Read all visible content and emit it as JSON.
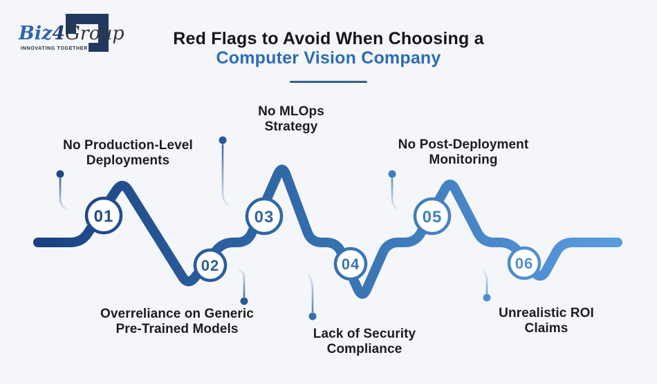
{
  "page": {
    "background_color": "#f4f6f9"
  },
  "logo": {
    "brand_prefix": "Biz",
    "brand_digit": "4",
    "brand_suffix": "Group",
    "tagline": "INNOVATING TOGETHER",
    "shape_color": "#21395f",
    "prefix_color": "#2e66ae",
    "digit_color": "#22406e",
    "suffix_color": "#33353b"
  },
  "title": {
    "line1": "Red Flags to Avoid When Choosing a",
    "line2": "Computer Vision Company",
    "line1_color": "#16161a",
    "line2_color": "#2d6cb4",
    "divider_color": "#33608f"
  },
  "diagram": {
    "wave_gradient": {
      "start": "#1a4180",
      "mid": "#3570af",
      "end": "#5b9cdf"
    },
    "items": [
      {
        "number": "01",
        "line1": "No Production-Level",
        "line2": "Deployments",
        "position": "top"
      },
      {
        "number": "02",
        "line1": "Overreliance on Generic",
        "line2": "Pre-Trained Models",
        "position": "bottom"
      },
      {
        "number": "03",
        "line1": "No MLOps",
        "line2": "Strategy",
        "position": "top"
      },
      {
        "number": "04",
        "line1": "Lack of Security",
        "line2": "Compliance",
        "position": "bottom"
      },
      {
        "number": "05",
        "line1": "No Post-Deployment",
        "line2": "Monitoring",
        "position": "top"
      },
      {
        "number": "06",
        "line1": "Unrealistic ROI",
        "line2": "Claims",
        "position": "bottom"
      }
    ]
  }
}
